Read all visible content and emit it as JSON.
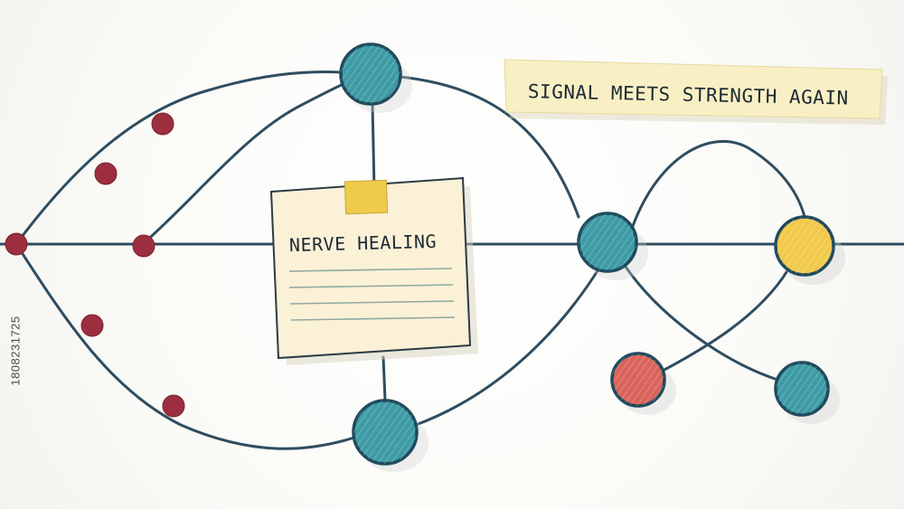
{
  "banner": {
    "text": "SIGNAL MEETS STRENGTH AGAIN"
  },
  "note": {
    "title": "NERVE HEALING"
  },
  "watermark": {
    "id": "1808231725"
  },
  "colors": {
    "line": "#2f4d5f",
    "teal_node": "#3e9ca6",
    "yellow_node": "#f1c94a",
    "red_node": "#d9645b",
    "dot": "#9c2e3f",
    "note_paper": "#fbf1d7",
    "banner_paper": "#f8efc4",
    "tape": "#efcb4b"
  },
  "nodes": [
    {
      "id": "teal-top",
      "color": "teal"
    },
    {
      "id": "teal-middle",
      "color": "teal"
    },
    {
      "id": "teal-bottom",
      "color": "teal"
    },
    {
      "id": "yellow-right",
      "color": "yellow"
    },
    {
      "id": "red-lower",
      "color": "red"
    },
    {
      "id": "teal-lower-right",
      "color": "teal"
    }
  ]
}
